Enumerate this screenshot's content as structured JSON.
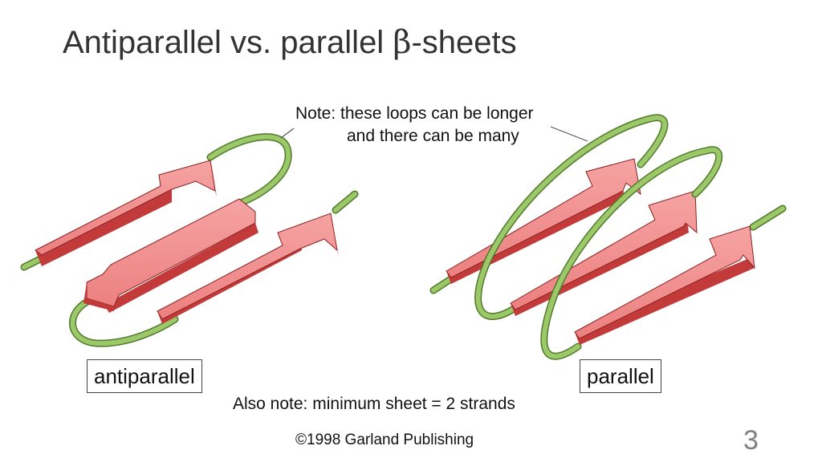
{
  "title": {
    "main": "Antiparallel vs. parallel ",
    "beta": "β",
    "suffix": "-sheets"
  },
  "note": {
    "line1": "Note: these loops can be longer",
    "line2": "and there can be many"
  },
  "labels": {
    "antiparallel": "antiparallel",
    "parallel": "parallel"
  },
  "also_note": "Also note: minimum sheet = 2 strands",
  "copyright": "©1998 Garland Publishing",
  "slide_number": "3",
  "colors": {
    "strand_fill": "#f08e8e",
    "strand_dark": "#c23a3a",
    "strand_edge": "#8a2020",
    "loop": "#9cc86a",
    "loop_edge": "#4f7a2a"
  }
}
